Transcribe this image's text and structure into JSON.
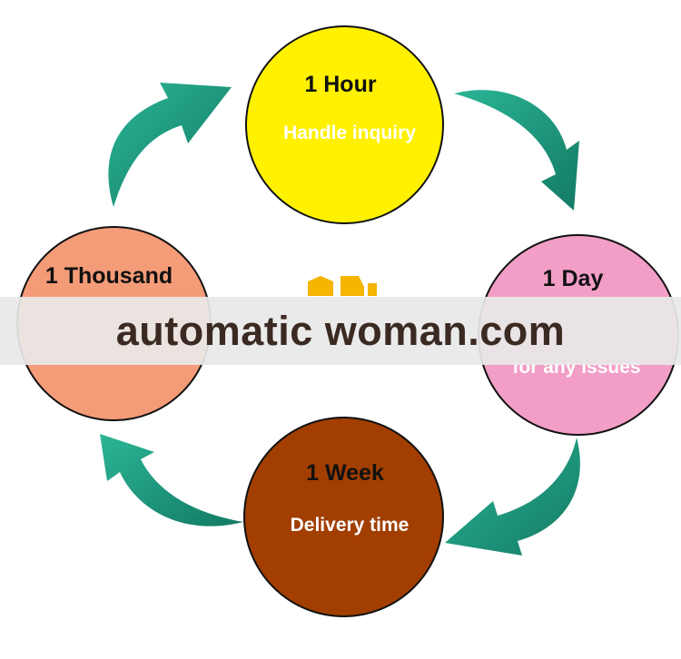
{
  "diagram": {
    "colors": {
      "arrow": "#1f9e84",
      "arrow_dark": "#0f6e5a",
      "hour": "#fff100",
      "day": "#f29ec6",
      "week": "#a13e00",
      "thousand": "#f49b78",
      "logo": "#f5b500"
    },
    "nodes": {
      "hour": {
        "title": "1 Hour",
        "subtitle": "Handle inquiry"
      },
      "day": {
        "title": "1 Day",
        "subtitle": "for any issues"
      },
      "week": {
        "title": "1 Week",
        "subtitle": "Delivery time"
      },
      "thousand": {
        "title": "1 Thousand"
      }
    },
    "watermark": "automatic woman.com"
  }
}
